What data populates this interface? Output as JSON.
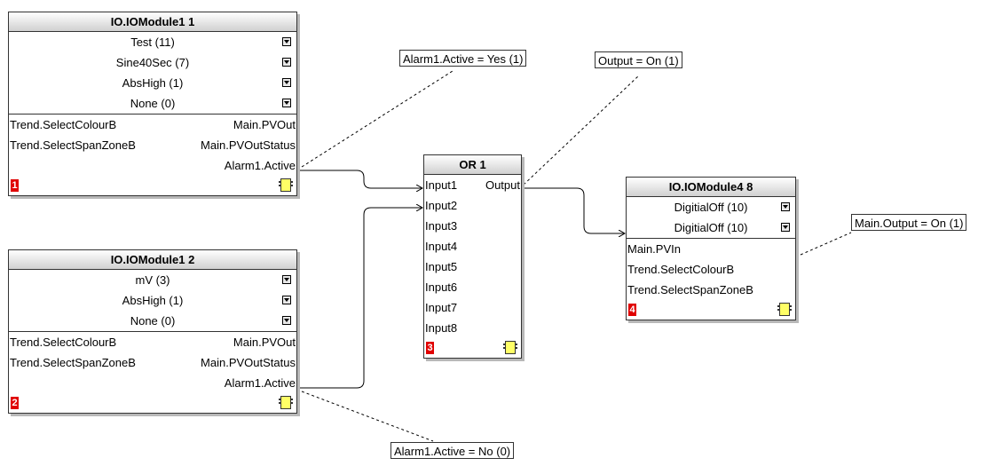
{
  "blocks": {
    "io1": {
      "title": "IO.IOModule1 1",
      "params": [
        "Test (11)",
        "Sine40Sec (7)",
        "AbsHigh (1)",
        "None (0)"
      ],
      "io_left": [
        "Trend.SelectColourB",
        "Trend.SelectSpanZoneB",
        ""
      ],
      "io_right": [
        "Main.PVOut",
        "Main.PVOutStatus",
        "Alarm1.Active"
      ],
      "num": "1"
    },
    "io2": {
      "title": "IO.IOModule1 2",
      "params": [
        "mV (3)",
        "AbsHigh (1)",
        "None (0)"
      ],
      "io_left": [
        "Trend.SelectColourB",
        "Trend.SelectSpanZoneB",
        ""
      ],
      "io_right": [
        "Main.PVOut",
        "Main.PVOutStatus",
        "Alarm1.Active"
      ],
      "num": "2"
    },
    "or1": {
      "title": "OR 1",
      "inputs": [
        "Input1",
        "Input2",
        "Input3",
        "Input4",
        "Input5",
        "Input6",
        "Input7",
        "Input8"
      ],
      "output": "Output",
      "num": "3"
    },
    "io4": {
      "title": "IO.IOModule4 8",
      "params": [
        "DigitialOff (10)",
        "DigitialOff (10)"
      ],
      "io_left": [
        "Main.PVIn",
        "Trend.SelectColourB",
        "Trend.SelectSpanZoneB"
      ],
      "num": "4"
    }
  },
  "tags": {
    "alarm1_yes": "Alarm1.Active = Yes (1)",
    "output_on": "Output = On (1)",
    "main_output_on": "Main.Output = On (1)",
    "alarm1_no": "Alarm1.Active = No (0)"
  }
}
